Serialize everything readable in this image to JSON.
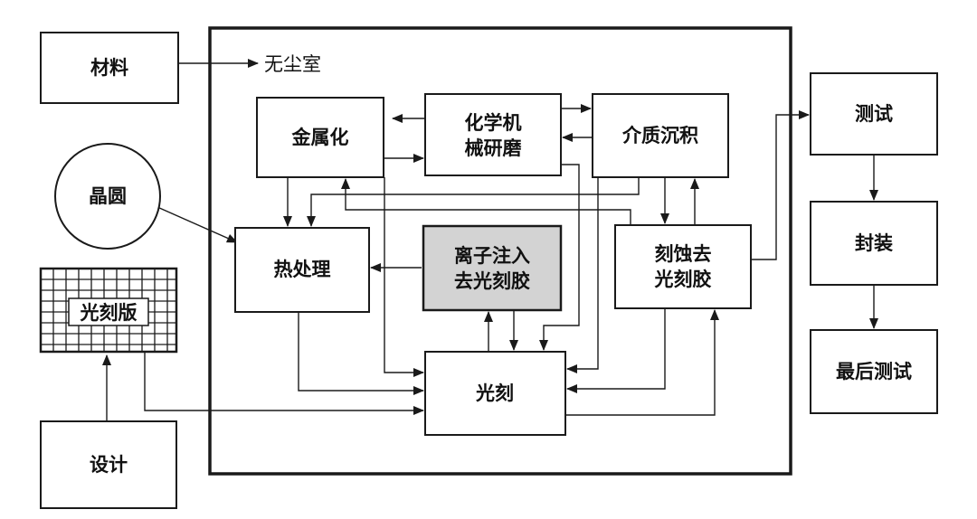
{
  "colors": {
    "line": "#1a1a1a",
    "box_fill": "#ffffff",
    "highlight_fill": "#d3d3d3",
    "background": "#ffffff"
  },
  "cleanroom": {
    "label": "无尘室"
  },
  "nodes": {
    "materials": "材料",
    "wafer": "晶圆",
    "photomask": "光刻版",
    "design": "设计",
    "metallization": "金属化",
    "cmp_line1": "化学机",
    "cmp_line2": "械研磨",
    "dielectric_deposition": "介质沉积",
    "thermal_processing": "热处理",
    "ion_implant_line1": "离子注入",
    "ion_implant_line2": "去光刻胶",
    "etch_line1": "刻蚀去",
    "etch_line2": "光刻胶",
    "lithography": "光刻",
    "test": "测试",
    "packaging": "封装",
    "final_test": "最后测试"
  }
}
